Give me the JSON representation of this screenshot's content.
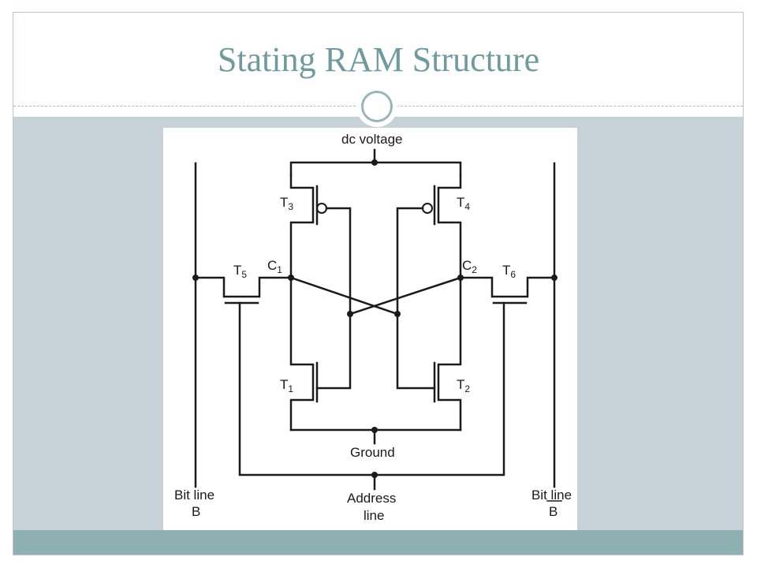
{
  "slide": {
    "title": "Stating RAM Structure"
  },
  "diagram": {
    "dc_voltage": "dc voltage",
    "ground": "Ground",
    "address_line_1": "Address",
    "address_line_2": "line",
    "bit_line_left_1": "Bit line",
    "bit_line_left_2": "B",
    "bit_line_right_1": "Bit line",
    "bit_line_right_2": "B",
    "transistors": [
      {
        "letter": "T",
        "sub": "1"
      },
      {
        "letter": "T",
        "sub": "2"
      },
      {
        "letter": "T",
        "sub": "3"
      },
      {
        "letter": "T",
        "sub": "4"
      },
      {
        "letter": "T",
        "sub": "5"
      },
      {
        "letter": "T",
        "sub": "6"
      }
    ],
    "nodes": [
      {
        "letter": "C",
        "sub": "1"
      },
      {
        "letter": "C",
        "sub": "2"
      }
    ]
  },
  "colors": {
    "title": "#6f9a9e",
    "content_band": "#c6d2d8",
    "footer_band": "#8eb0b1",
    "wire": "#1a1a1a"
  }
}
